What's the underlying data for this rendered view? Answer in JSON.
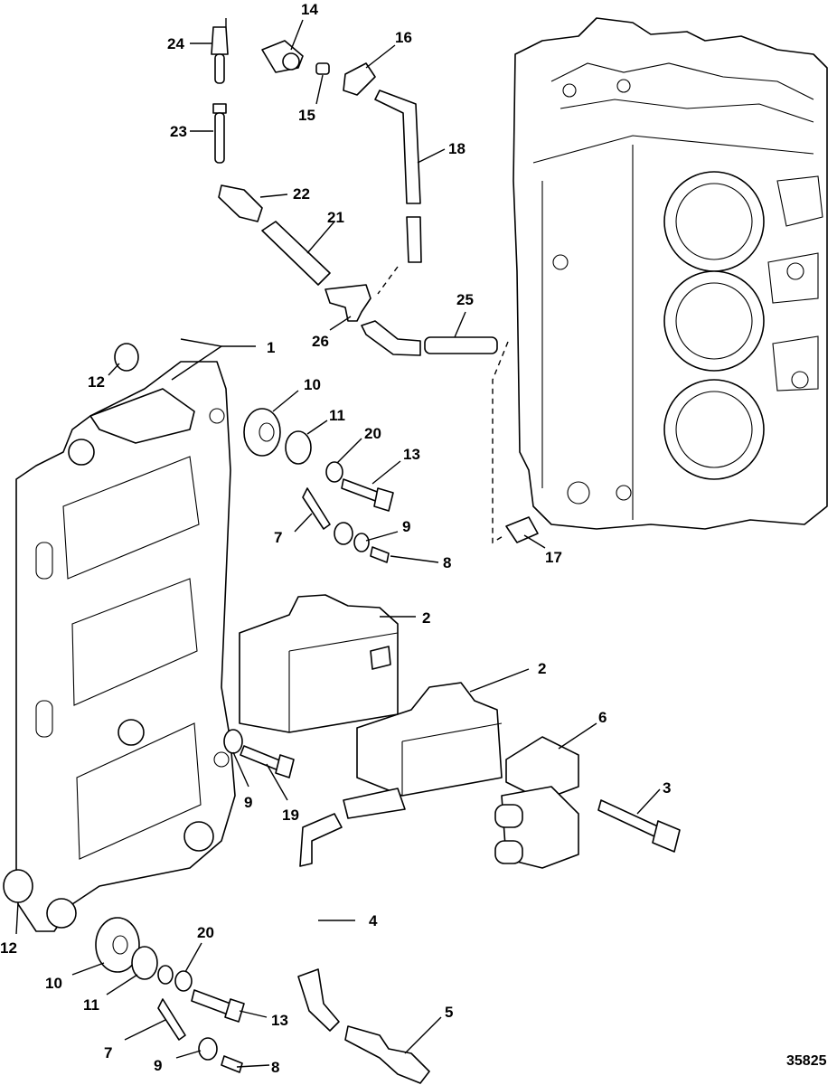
{
  "diagram": {
    "reference_number": "35825",
    "callouts": [
      {
        "id": "c1",
        "label": "1"
      },
      {
        "id": "c2a",
        "label": "2"
      },
      {
        "id": "c2b",
        "label": "2"
      },
      {
        "id": "c3",
        "label": "3"
      },
      {
        "id": "c4",
        "label": "4"
      },
      {
        "id": "c5",
        "label": "5"
      },
      {
        "id": "c6",
        "label": "6"
      },
      {
        "id": "c7a",
        "label": "7"
      },
      {
        "id": "c7b",
        "label": "7"
      },
      {
        "id": "c8a",
        "label": "8"
      },
      {
        "id": "c8b",
        "label": "8"
      },
      {
        "id": "c9a",
        "label": "9"
      },
      {
        "id": "c9b",
        "label": "9"
      },
      {
        "id": "c9c",
        "label": "9"
      },
      {
        "id": "c10a",
        "label": "10"
      },
      {
        "id": "c10b",
        "label": "10"
      },
      {
        "id": "c11a",
        "label": "11"
      },
      {
        "id": "c11b",
        "label": "11"
      },
      {
        "id": "c12a",
        "label": "12"
      },
      {
        "id": "c12b",
        "label": "12"
      },
      {
        "id": "c13a",
        "label": "13"
      },
      {
        "id": "c13b",
        "label": "13"
      },
      {
        "id": "c14",
        "label": "14"
      },
      {
        "id": "c15",
        "label": "15"
      },
      {
        "id": "c16",
        "label": "16"
      },
      {
        "id": "c17",
        "label": "17"
      },
      {
        "id": "c18",
        "label": "18"
      },
      {
        "id": "c19",
        "label": "19"
      },
      {
        "id": "c20a",
        "label": "20"
      },
      {
        "id": "c20b",
        "label": "20"
      },
      {
        "id": "c21",
        "label": "21"
      },
      {
        "id": "c22",
        "label": "22"
      },
      {
        "id": "c23",
        "label": "23"
      },
      {
        "id": "c24",
        "label": "24"
      },
      {
        "id": "c25",
        "label": "25"
      },
      {
        "id": "c26",
        "label": "26"
      }
    ]
  }
}
